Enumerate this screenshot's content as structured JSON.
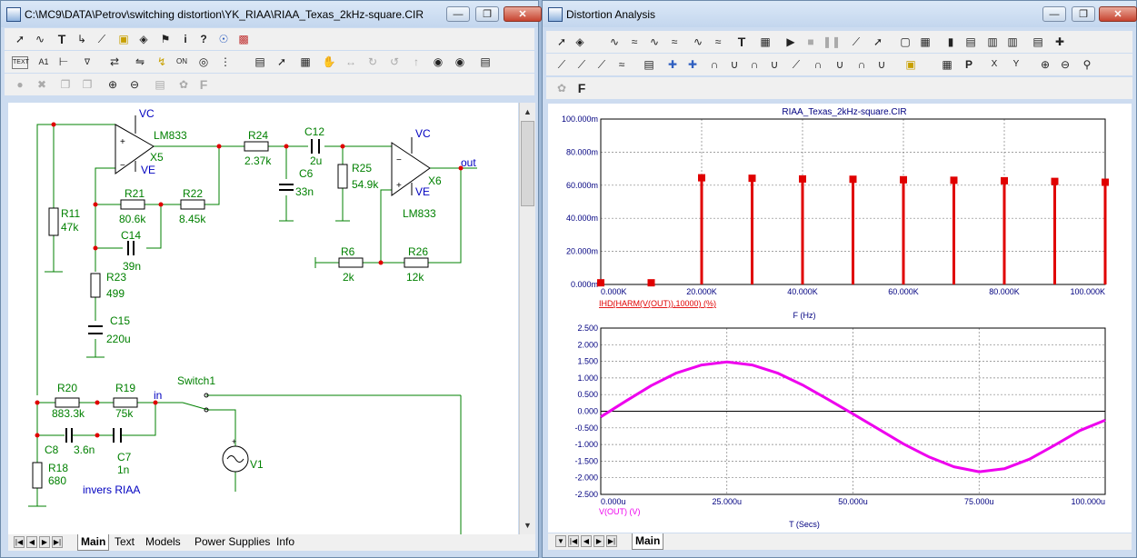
{
  "schematic_window": {
    "title": "C:\\MC9\\DATA\\Petrov\\switching distortion\\YK_RIAA\\RIAA_Texas_2kHz-square.CIR",
    "tabs": [
      "Main",
      "Text",
      "Models",
      "Power Supplies",
      "Info"
    ],
    "components": {
      "opamp_top": {
        "name": "X5",
        "model": "LM833",
        "vcc": "VC",
        "vee": "VE"
      },
      "opamp_right": {
        "name": "X6",
        "model": "LM833",
        "vcc": "VC",
        "vee": "VE"
      },
      "r11": {
        "name": "R11",
        "value": "47k"
      },
      "r21": {
        "name": "R21",
        "value": "80.6k"
      },
      "r22": {
        "name": "R22",
        "value": "8.45k"
      },
      "c14": {
        "name": "C14",
        "value": "39n"
      },
      "r23": {
        "name": "R23",
        "value": "499"
      },
      "c15": {
        "name": "C15",
        "value": "220u"
      },
      "r24": {
        "name": "R24",
        "value": "2.37k"
      },
      "c12": {
        "name": "C12",
        "value": "2u"
      },
      "c6": {
        "name": "C6",
        "value": "33n"
      },
      "r25": {
        "name": "R25",
        "value": "54.9k"
      },
      "r6": {
        "name": "R6",
        "value": "2k"
      },
      "r26": {
        "name": "R26",
        "value": "12k"
      },
      "r20": {
        "name": "R20",
        "value": "883.3k"
      },
      "r19": {
        "name": "R19",
        "value": "75k"
      },
      "c8": {
        "name": "C8",
        "value": "3.6n"
      },
      "c7": {
        "name": "C7",
        "value": "1n"
      },
      "r18": {
        "name": "R18",
        "value": "680"
      },
      "v1": {
        "name": "V1"
      },
      "switch": {
        "name": "Switch1"
      },
      "node_out": "out",
      "node_in": "in",
      "caption": "invers RIAA"
    }
  },
  "analysis_window": {
    "title": "Distortion Analysis",
    "tabs": [
      "Main"
    ],
    "plot_title": "RIAA_Texas_2kHz-square.CIR",
    "colors": {
      "bars": "#e00000",
      "wave": "#ee00ee",
      "grid": "#808080",
      "axis_text": "#000080"
    }
  },
  "chart_data": [
    {
      "type": "bar",
      "title": "RIAA_Texas_2kHz-square.CIR",
      "series_label": "IHD(HARM(V(OUT)),10000) (%)",
      "xlabel": "F (Hz)",
      "x": [
        0,
        10000,
        20000,
        30000,
        40000,
        50000,
        60000,
        70000,
        80000,
        90000,
        100000
      ],
      "values": [
        0.001,
        0.001,
        0.0645,
        0.0642,
        0.0638,
        0.0636,
        0.0633,
        0.063,
        0.0627,
        0.0623,
        0.0618
      ],
      "xlim": [
        0,
        100000
      ],
      "ylim": [
        0,
        0.1
      ],
      "x_ticks": [
        "0.000K",
        "20.000K",
        "40.000K",
        "60.000K",
        "80.000K",
        "100.000K"
      ],
      "y_ticks": [
        "100.000m",
        "80.000m",
        "60.000m",
        "40.000m",
        "20.000m",
        "0.000m"
      ],
      "grid": true
    },
    {
      "type": "line",
      "series_label": "V(OUT) (V)",
      "xlabel": "T (Secs)",
      "x": [
        0,
        5e-06,
        1e-05,
        1.5e-05,
        2e-05,
        2.5e-05,
        3e-05,
        3.5e-05,
        4e-05,
        4.5e-05,
        5e-05,
        5.5e-05,
        6e-05,
        6.5e-05,
        7e-05,
        7.5e-05,
        8e-05,
        8.5e-05,
        9e-05,
        9.5e-05,
        0.0001
      ],
      "y": [
        -0.17,
        0.31,
        0.77,
        1.15,
        1.39,
        1.48,
        1.39,
        1.15,
        0.79,
        0.36,
        -0.08,
        -0.53,
        -0.98,
        -1.37,
        -1.67,
        -1.82,
        -1.73,
        -1.44,
        -1.02,
        -0.58,
        -0.27
      ],
      "xlim": [
        0,
        0.0001
      ],
      "ylim": [
        -2.5,
        2.5
      ],
      "x_ticks": [
        "0.000u",
        "25.000u",
        "50.000u",
        "75.000u",
        "100.000u"
      ],
      "y_ticks": [
        "2.500",
        "2.000",
        "1.500",
        "1.000",
        "0.500",
        "0.000",
        "-0.500",
        "-1.000",
        "-1.500",
        "-2.000",
        "-2.500"
      ],
      "grid": true
    }
  ]
}
